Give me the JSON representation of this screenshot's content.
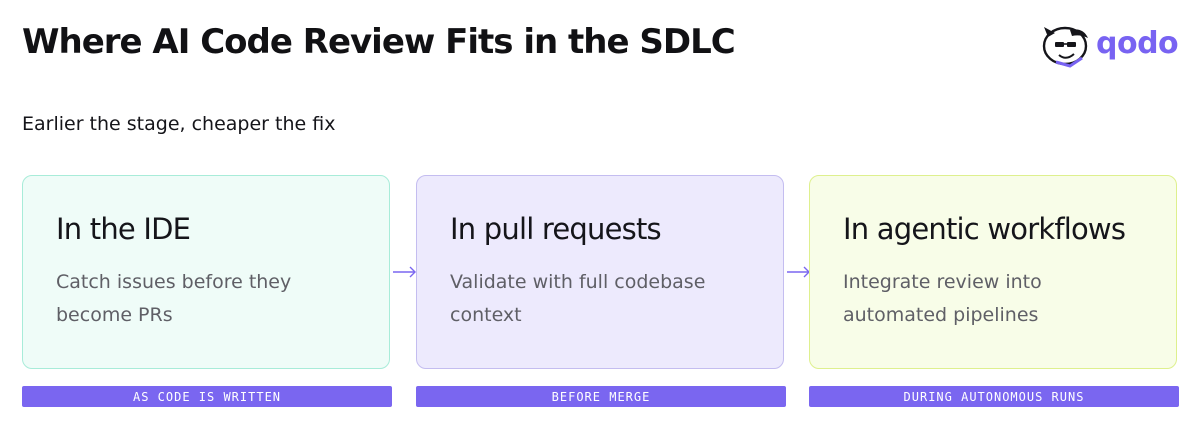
{
  "title": "Where AI Code Review Fits in the SDLC",
  "subtitle": "Earlier the stage, cheaper the fix",
  "logo": {
    "text": "qodo",
    "icon": "qodo-mascot-icon",
    "color": "#7863f2"
  },
  "colors": {
    "stage_bar": "#7a66f0",
    "arrow": "#7a66f0"
  },
  "stages": [
    {
      "heading": "In the IDE",
      "description": "Catch issues before they become PRs",
      "label": "AS CODE IS WRITTEN",
      "background": "#effcf8",
      "border": "#a8ecd9"
    },
    {
      "heading": "In pull requests",
      "description": "Validate with full codebase context",
      "label": "BEFORE MERGE",
      "background": "#edeafd",
      "border": "#c4bdf0"
    },
    {
      "heading": "In agentic workflows",
      "description": "Integrate review into automated pipelines",
      "label": "DURING AUTONOMOUS RUNS",
      "background": "#f8fde8",
      "border": "#def08e"
    }
  ]
}
